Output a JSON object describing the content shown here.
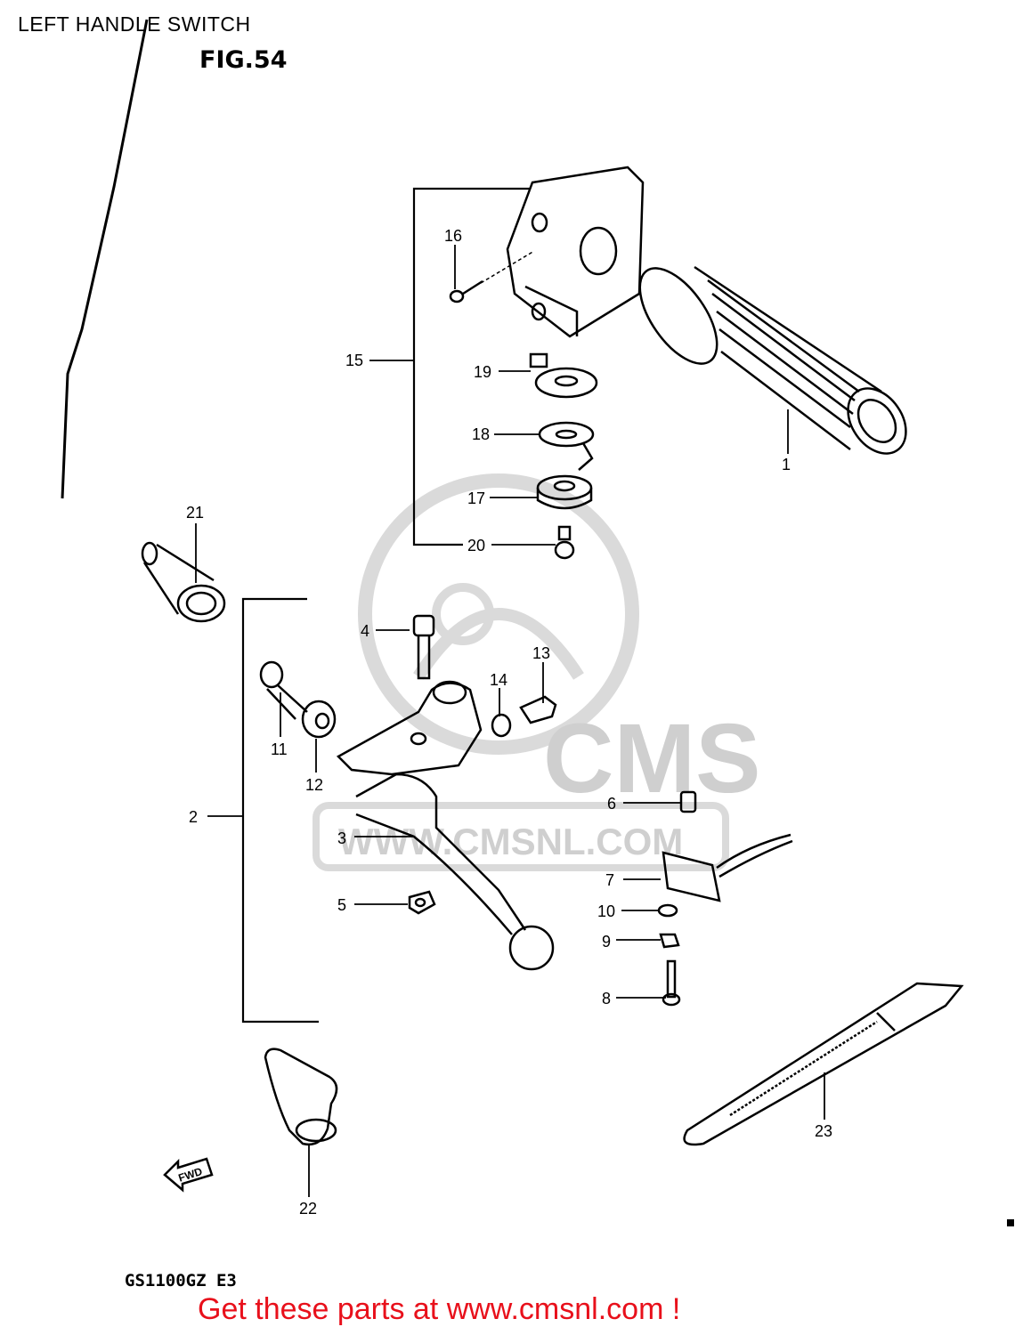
{
  "header": {
    "title": "LEFT HANDLE SWITCH",
    "figure": "FIG.54"
  },
  "footer": {
    "model_code": "GS1100GZ E3",
    "cta_text": "Get these parts at www.cmsnl.com !"
  },
  "watermark": {
    "brand": "CMS",
    "url": "WWW.CMSNL.COM"
  },
  "fwd_arrow_label": "FWD",
  "part_labels": [
    "1",
    "2",
    "3",
    "4",
    "5",
    "6",
    "7",
    "8",
    "9",
    "10",
    "11",
    "12",
    "13",
    "14",
    "15",
    "16",
    "17",
    "18",
    "19",
    "20",
    "21",
    "22",
    "23"
  ],
  "colors": {
    "cta": "#e8101b",
    "watermark": "#cfcfcf",
    "ink": "#000000"
  }
}
